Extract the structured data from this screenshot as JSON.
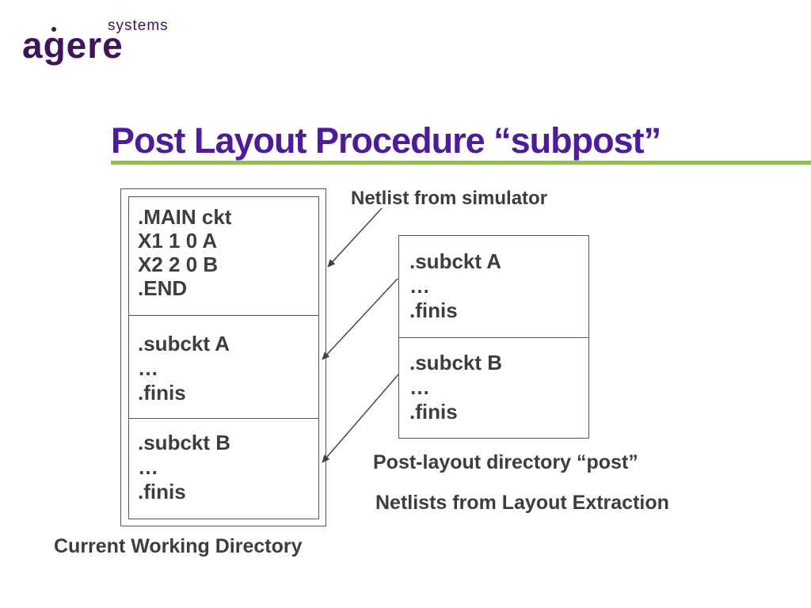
{
  "logo": {
    "text": "agere",
    "superscript": "systems"
  },
  "slide": {
    "title": "Post Layout Procedure “subpost”"
  },
  "colors": {
    "title_purple": "#4f1b9e",
    "logo_purple": "#3e145c",
    "underline_green": "#8cc43c",
    "body_text": "#3d3d3d",
    "box_border": "#555555"
  },
  "diagram": {
    "left_box": {
      "sections": [
        {
          "lines": [
            ".MAIN ckt",
            "X1 1 0 A",
            "X2 2 0 B",
            ".END"
          ]
        },
        {
          "lines": [
            ".subckt A",
            "…",
            ".finis"
          ]
        },
        {
          "lines": [
            ".subckt B",
            "…",
            ".finis"
          ]
        }
      ],
      "caption": "Current Working Directory"
    },
    "right_box": {
      "sections": [
        {
          "lines": [
            ".subckt A",
            "…",
            ".finis"
          ]
        },
        {
          "lines": [
            ".subckt B",
            "…",
            ".finis"
          ]
        }
      ]
    },
    "labels": {
      "netlist_sim": "Netlist from simulator",
      "post_dir": "Post-layout directory “post”",
      "netlists_extraction": "Netlists from Layout Extraction"
    }
  }
}
